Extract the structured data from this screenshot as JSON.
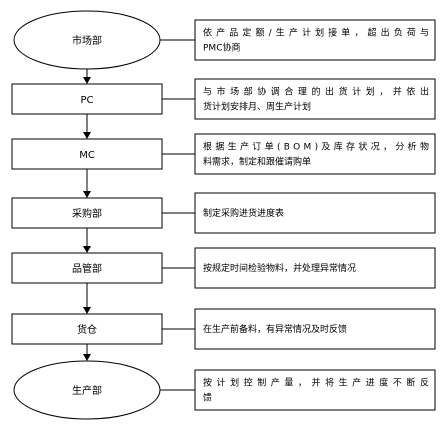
{
  "flow": {
    "steps": [
      {
        "id": "market",
        "label": "市场部",
        "shape": "ellipse",
        "note": [
          "依产品定额/生产计划接单，超出负荷与",
          "PMC协商"
        ]
      },
      {
        "id": "pc",
        "label": "PC",
        "shape": "rect",
        "note": [
          "与市场部协调合理的出货计划，并依出",
          "货计划安排月、周生产计划"
        ]
      },
      {
        "id": "mc",
        "label": "MC",
        "shape": "rect",
        "note": [
          "根据生产订单(BOM)及库存状况，分析物",
          "料需求，制定和跟催请购单"
        ]
      },
      {
        "id": "purchase",
        "label": "采购部",
        "shape": "rect",
        "note": [
          "制定采购进货进度表"
        ]
      },
      {
        "id": "qc",
        "label": "品管部",
        "shape": "rect",
        "note": [
          "按规定时间检验物料，并处理异常情况"
        ]
      },
      {
        "id": "warehouse",
        "label": "货仓",
        "shape": "rect",
        "note": [
          "在生产前备料，有异常情况及时反馈"
        ]
      },
      {
        "id": "production",
        "label": "生产部",
        "shape": "ellipse",
        "note": [
          "按计划控制产量，并将生产进度不断反",
          "馈"
        ]
      }
    ]
  }
}
